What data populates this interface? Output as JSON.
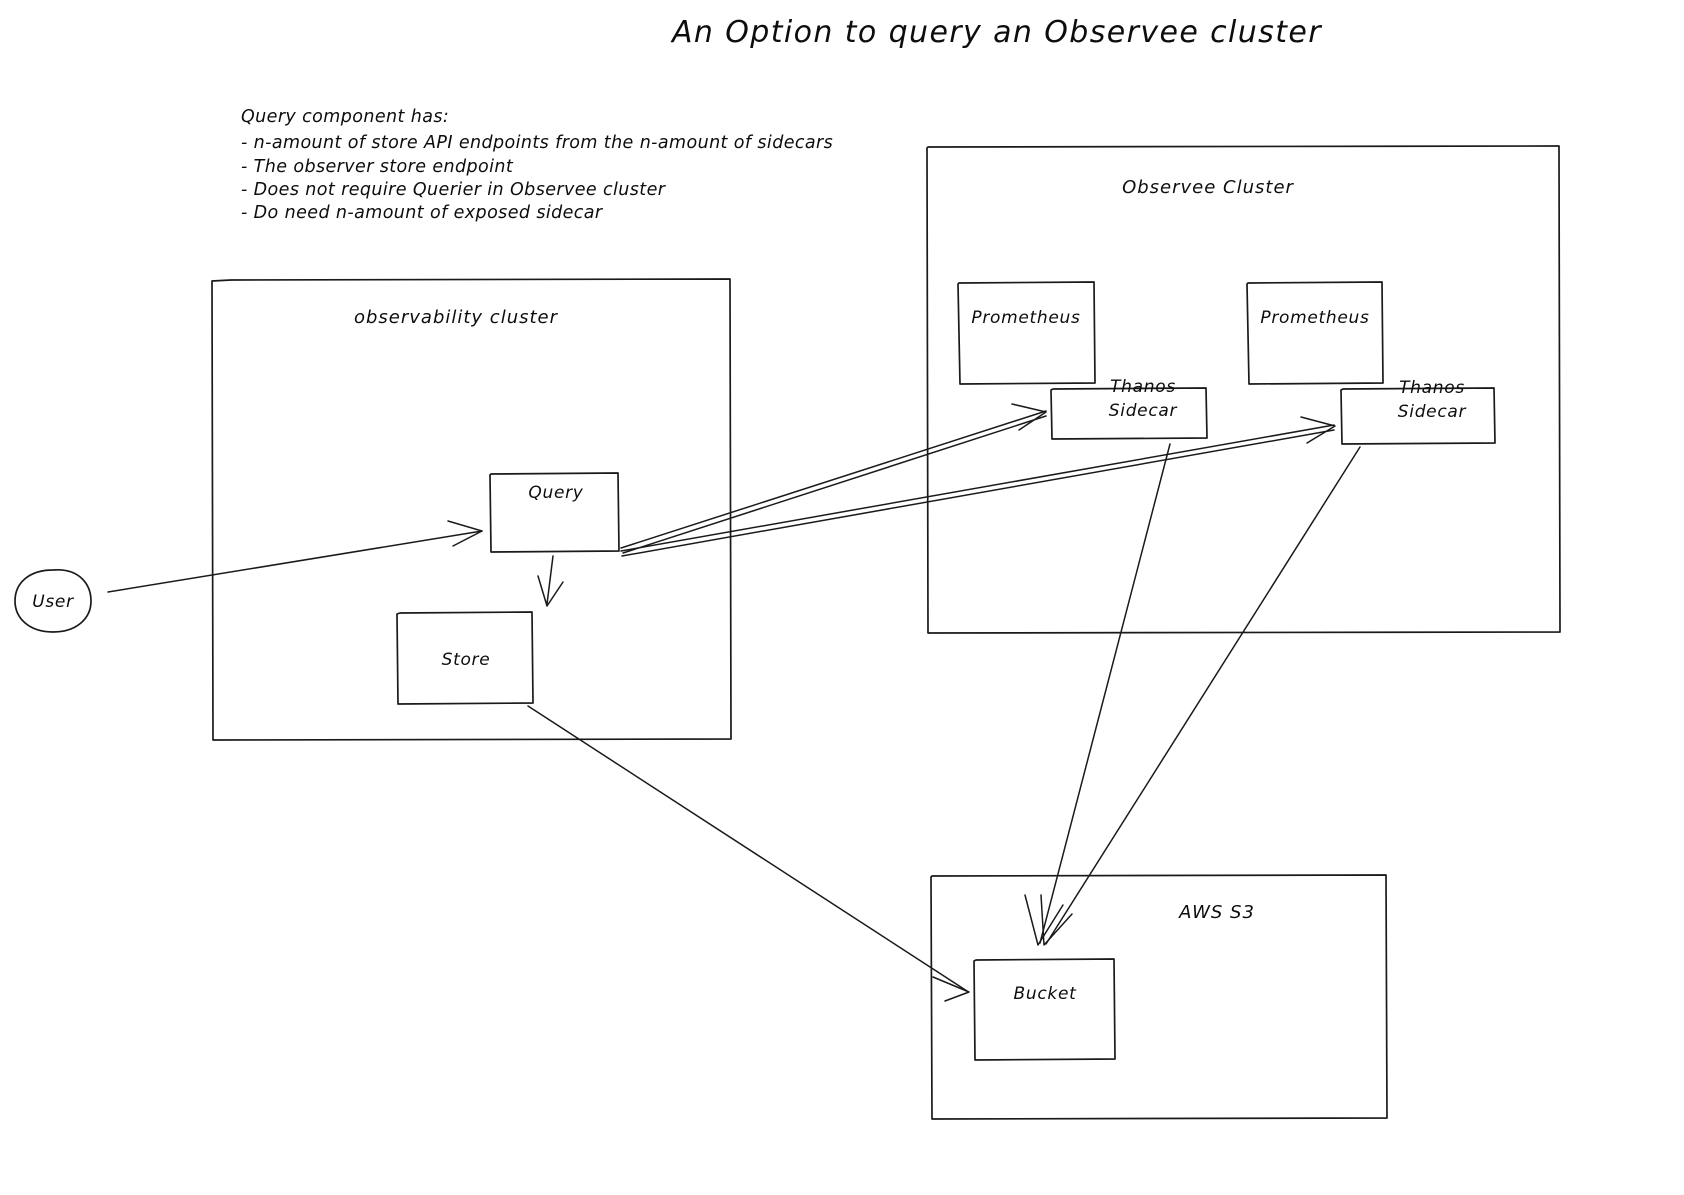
{
  "title": "An Option to query an Observee cluster",
  "notes": {
    "heading": "Query component has:",
    "bullets": [
      "- n-amount of store API endpoints from the n-amount of sidecars",
      "- The observer store endpoint",
      "- Does not require Querier in Observee cluster",
      "- Do need n-amount of exposed sidecar"
    ]
  },
  "clusters": {
    "observability": {
      "label": "observability cluster"
    },
    "observee": {
      "label": "Observee Cluster"
    },
    "aws": {
      "label": "AWS S3"
    }
  },
  "nodes": {
    "user": "User",
    "query": "Query",
    "store": "Store",
    "prometheus_left": "Prometheus",
    "prometheus_right": "Prometheus",
    "sidecar_left_line1": "Thanos",
    "sidecar_left_line2": "Sidecar",
    "sidecar_right_line1": "Thanos",
    "sidecar_right_line2": "Sidecar",
    "bucket": "Bucket"
  },
  "colors": {
    "stroke": "#1a1a1a",
    "text": "#0d0d0d",
    "background": "#ffffff"
  }
}
